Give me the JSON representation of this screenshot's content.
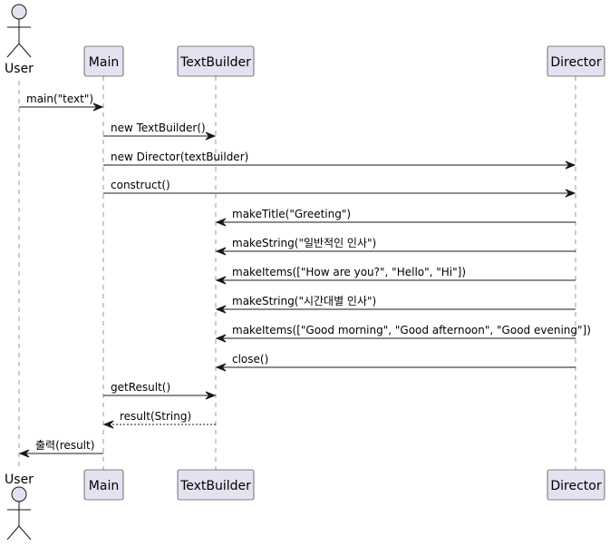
{
  "participants": {
    "user": {
      "label": "User",
      "kind": "actor"
    },
    "main": {
      "label": "Main",
      "kind": "box"
    },
    "textbuilder": {
      "label": "TextBuilder",
      "kind": "box"
    },
    "director": {
      "label": "Director",
      "kind": "box"
    }
  },
  "messages": [
    {
      "from": "user",
      "to": "main",
      "label": "main(\"text\")",
      "style": "solid"
    },
    {
      "from": "main",
      "to": "textbuilder",
      "label": "new TextBuilder()",
      "style": "solid"
    },
    {
      "from": "main",
      "to": "director",
      "label": "new Director(textBuilder)",
      "style": "solid"
    },
    {
      "from": "main",
      "to": "director",
      "label": "construct()",
      "style": "solid"
    },
    {
      "from": "director",
      "to": "textbuilder",
      "label": "makeTitle(\"Greeting\")",
      "style": "solid"
    },
    {
      "from": "director",
      "to": "textbuilder",
      "label": "makeString(\"일반적인 인사\")",
      "style": "solid"
    },
    {
      "from": "director",
      "to": "textbuilder",
      "label": "makeItems([\"How are you?\", \"Hello\", \"Hi\"])",
      "style": "solid"
    },
    {
      "from": "director",
      "to": "textbuilder",
      "label": "makeString(\"시간대별 인사\")",
      "style": "solid"
    },
    {
      "from": "director",
      "to": "textbuilder",
      "label": "makeItems([\"Good morning\", \"Good afternoon\", \"Good evening\"])",
      "style": "solid"
    },
    {
      "from": "director",
      "to": "textbuilder",
      "label": "close()",
      "style": "solid"
    },
    {
      "from": "main",
      "to": "textbuilder",
      "label": "getResult()",
      "style": "solid"
    },
    {
      "from": "textbuilder",
      "to": "main",
      "label": "result(String)",
      "style": "dashed"
    },
    {
      "from": "main",
      "to": "user",
      "label": "출력(result)",
      "style": "solid"
    }
  ],
  "colors": {
    "participant_fill": "#e2e2f0",
    "border": "#181818",
    "lifeline": "#999999"
  }
}
